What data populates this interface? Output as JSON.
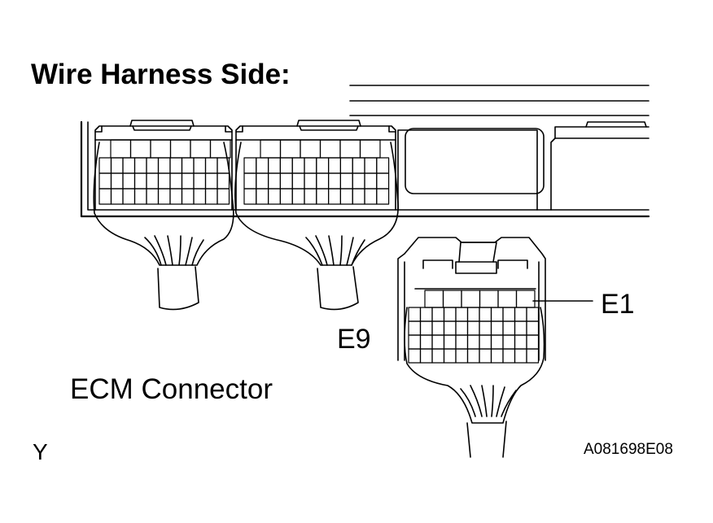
{
  "title": "Wire Harness Side:",
  "labels": {
    "terminal_e1": "E1",
    "terminal_e9": "E9",
    "component": "ECM Connector",
    "corner_mark": "Y",
    "figure_code": "A081698E08"
  },
  "colors": {
    "line": "#000000",
    "background": "#ffffff"
  }
}
